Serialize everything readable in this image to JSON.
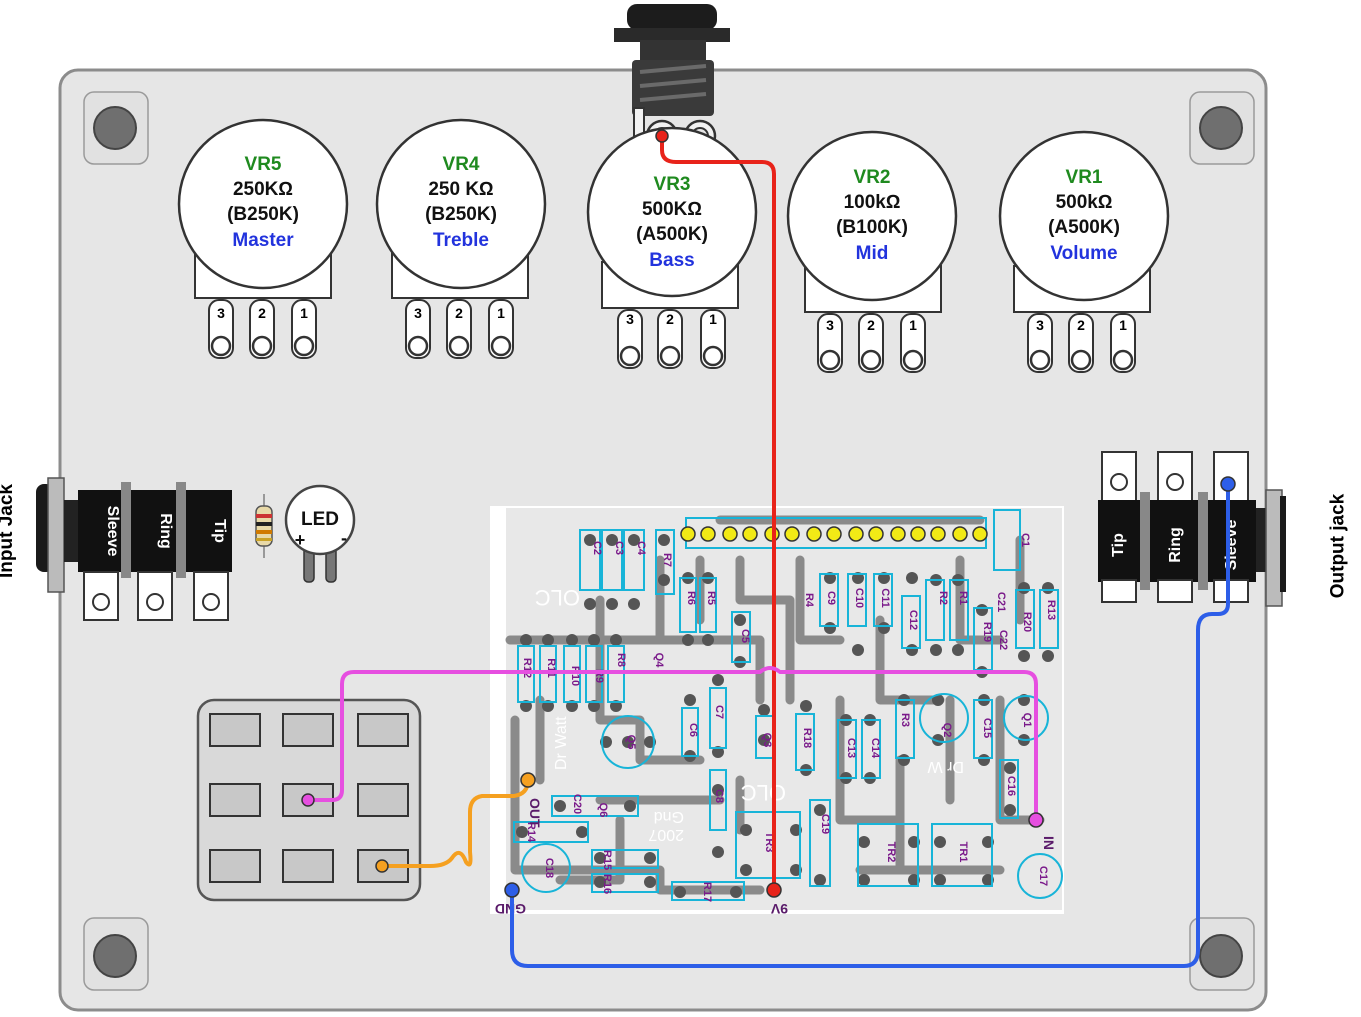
{
  "enclosure": {
    "color": "#e6e6e6"
  },
  "pots": [
    {
      "id": "VR5",
      "value": "250KΩ",
      "code": "(B250K)",
      "name": "Master"
    },
    {
      "id": "VR4",
      "value": "250 KΩ",
      "code": "(B250K)",
      "name": "Treble"
    },
    {
      "id": "VR3",
      "value": "500KΩ",
      "code": "(A500K)",
      "name": "Bass"
    },
    {
      "id": "VR2",
      "value": "100kΩ",
      "code": "(B100K)",
      "name": "Mid"
    },
    {
      "id": "VR1",
      "value": "500kΩ",
      "code": "(A500K)",
      "name": "Volume"
    }
  ],
  "pot_lug_numbers": [
    "3",
    "2",
    "1"
  ],
  "input_jack": {
    "title": "Input Jack",
    "lugs": [
      "Sleeve",
      "Ring",
      "Tip"
    ]
  },
  "output_jack": {
    "title": "Output jack",
    "lugs": [
      "Tip",
      "Ring",
      "Sleeve"
    ]
  },
  "led": {
    "label": "LED",
    "plus": "+",
    "minus": "-"
  },
  "pcb": {
    "pads": {
      "in": "IN",
      "out": "OUT",
      "gnd": "GND",
      "v9": "9V"
    },
    "texts": [
      "OLC",
      "OLC",
      "Dr Watt",
      "Dr W",
      "Gnd",
      "2007"
    ],
    "parts": [
      "R12",
      "R11",
      "R10",
      "R9",
      "R8",
      "R7",
      "R6",
      "R5",
      "R4",
      "R3",
      "R2",
      "R1",
      "R13",
      "R14",
      "R15",
      "R16",
      "R17",
      "R18",
      "R19",
      "R20",
      "C1",
      "C2",
      "C3",
      "C4",
      "C5",
      "C6",
      "C7",
      "C8",
      "C9",
      "C10",
      "C11",
      "C12",
      "C13",
      "C14",
      "C15",
      "C16",
      "C17",
      "C18",
      "C19",
      "C20",
      "C21",
      "C22",
      "Q1",
      "Q2",
      "Q3",
      "Q4",
      "Q5",
      "Q6",
      "TR1",
      "TR2",
      "TR3"
    ]
  },
  "wire_colors": {
    "v9": "#e8231a",
    "gnd": "#2d5ee8",
    "in": "#e64fe0",
    "out": "#f5a020"
  },
  "label_colors": {
    "pot_id": "#1f8a1f",
    "pot_name": "#2233dd"
  }
}
